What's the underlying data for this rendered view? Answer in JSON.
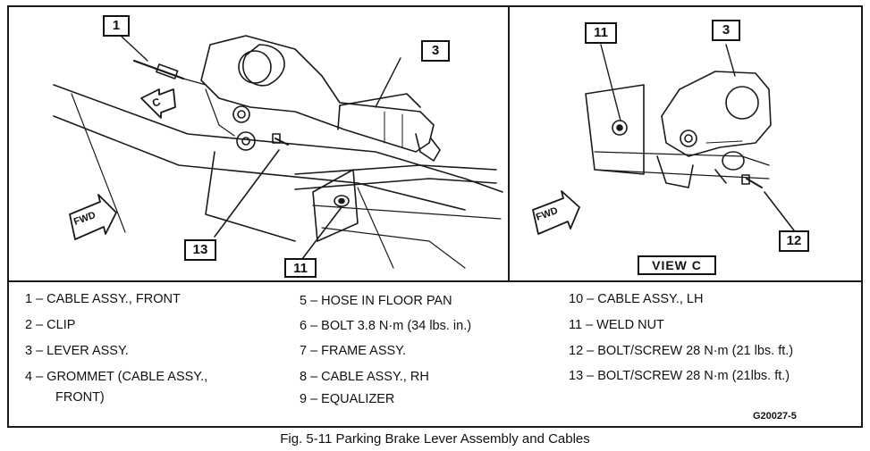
{
  "callouts": {
    "c1": "1",
    "c3_left": "3",
    "c13": "13",
    "c11_left": "11",
    "c11_right": "11",
    "c3_right": "3",
    "c12": "12"
  },
  "view_label": "VIEW  C",
  "arrows": {
    "c_marker": "C",
    "fwd_left": "FWD",
    "fwd_right": "FWD"
  },
  "legend": {
    "col1": [
      "1 – CABLE ASSY., FRONT",
      "2 – CLIP",
      "3 – LEVER ASSY.",
      "4 – GROMMET (CABLE ASSY.,",
      "FRONT)"
    ],
    "col2": [
      "5 – HOSE IN FLOOR PAN",
      "6 – BOLT   3.8 N·m (34 lbs. in.)",
      "7 – FRAME ASSY.",
      "8 – CABLE ASSY., RH",
      "9 – EQUALIZER"
    ],
    "col3": [
      "10 – CABLE ASSY., LH",
      "11 – WELD NUT",
      "12 – BOLT/SCREW   28 N·m (21 lbs. ft.)",
      "13 – BOLT/SCREW   28  N·m (21lbs. ft.)"
    ]
  },
  "figure_code": "G20027-5",
  "caption": "Fig. 5-11 Parking Brake Lever Assembly and Cables"
}
